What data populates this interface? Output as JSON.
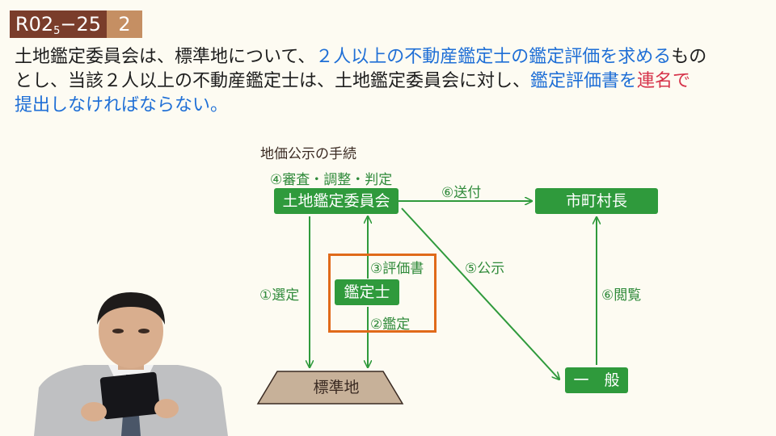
{
  "badge": {
    "code_main": "R02",
    "code_sub": "5",
    "code_tail": "−25",
    "number": "2"
  },
  "question": {
    "line1_a": "土地鑑定委員会は、標準地について、",
    "line1_b": "２人以上の不動産鑑定士の鑑定評価を求める",
    "line1_c": "もの",
    "line2_a": "とし、当該２人以上の不動産鑑定士は、土地鑑定委員会に対し、",
    "line2_b": "鑑定評価書を",
    "line2_c": "連名で",
    "line3": "提出しなければならない。"
  },
  "diagram": {
    "title": "地価公示の手続",
    "nodes": {
      "committee": "土地鑑定委員会",
      "mayor": "市町村長",
      "appraiser": "鑑定士",
      "standard_land": "標準地",
      "public": "一　般"
    },
    "labels": {
      "review": "④審査・調整・判定",
      "send": "⑥送付",
      "report": "③評価書",
      "publish": "⑤公示",
      "select": "①選定",
      "appraise": "②鑑定",
      "inspect": "⑥閲覧"
    }
  },
  "colors": {
    "green": "#2f9a3c",
    "orange": "#e06a1a",
    "blue": "#1f6fd6",
    "red": "#d6334a",
    "brown": "#7a3d2b"
  }
}
